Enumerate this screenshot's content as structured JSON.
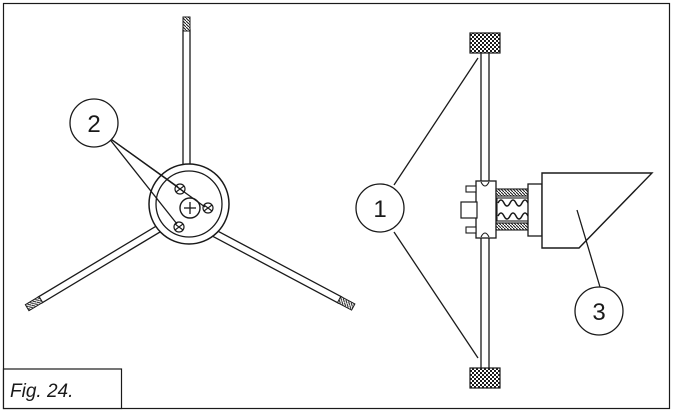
{
  "figure": {
    "caption": "Fig. 24.",
    "callouts": [
      {
        "id": "1",
        "label": "1"
      },
      {
        "id": "2",
        "label": "2"
      },
      {
        "id": "3",
        "label": "3"
      }
    ]
  },
  "colors": {
    "line": "#1a1a1a",
    "background": "#ffffff"
  }
}
